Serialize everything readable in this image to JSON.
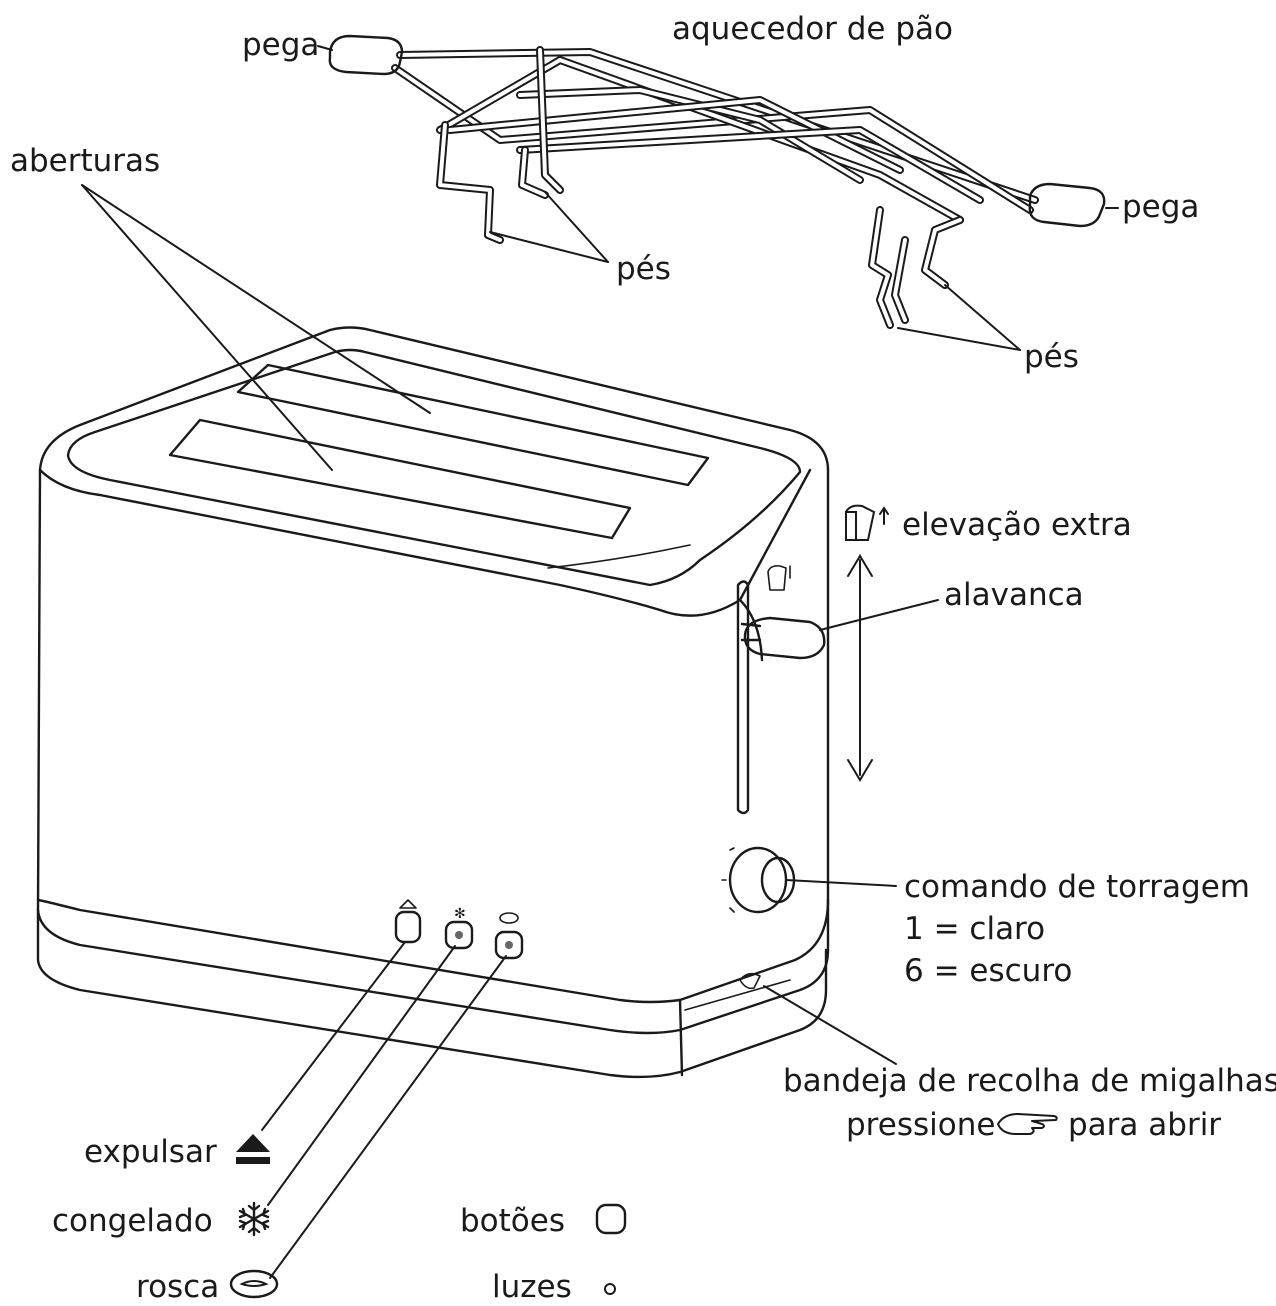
{
  "labels": {
    "pega_left": "pega",
    "bread_warmer": "aquecedor de pão",
    "pega_right": "pega",
    "openings": "aberturas",
    "feet_left": "pés",
    "feet_right": "pés",
    "extra_lift": "elevação extra",
    "lever": "alavanca",
    "browning_control": "comando de torragem",
    "browning_light": "1 = claro",
    "browning_dark": "6 = escuro",
    "crumb_tray": "bandeja de recolha de migalhas",
    "press_to_open_prefix": "pressione",
    "press_to_open_suffix": "para abrir",
    "eject": "expulsar",
    "frozen": "congelado",
    "bagel": "rosca",
    "buttons": "botões",
    "lights": "luzes"
  },
  "icons": {
    "eject": "eject-icon",
    "frozen": "snowflake-icon",
    "bagel": "bagel-icon",
    "button": "rounded-square-icon",
    "light": "dot-icon",
    "press": "pointing-hand-icon",
    "extra_lift": "bread-lift-icon"
  },
  "colors": {
    "ink": "#1a1a1a",
    "background": "#ffffff"
  }
}
